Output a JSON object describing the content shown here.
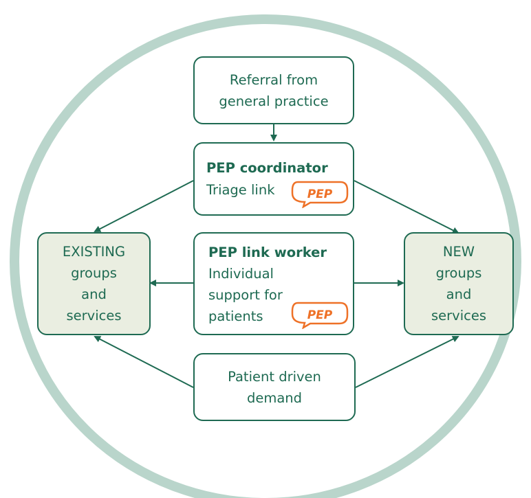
{
  "colors": {
    "ring": "#b9d5cb",
    "box_border": "#1e6a52",
    "text": "#1e6a52",
    "side_fill": "#eaeee1",
    "arrow": "#1e6a52",
    "pep_logo": "#ee7127"
  },
  "nodes": {
    "referral": {
      "lines": [
        "Referral from",
        "general practice"
      ]
    },
    "coordinator": {
      "title": "PEP coordinator",
      "subtitle": "Triage link",
      "logo_text": "PEP"
    },
    "link_worker": {
      "title": "PEP link worker",
      "lines": [
        "Individual",
        "support for",
        "patients"
      ],
      "logo_text": "PEP"
    },
    "existing": {
      "lines": [
        "EXISTING",
        "groups",
        "and",
        "services"
      ]
    },
    "new": {
      "lines": [
        "NEW",
        "groups",
        "and",
        "services"
      ]
    },
    "patient_demand": {
      "lines": [
        "Patient driven",
        "demand"
      ]
    }
  }
}
